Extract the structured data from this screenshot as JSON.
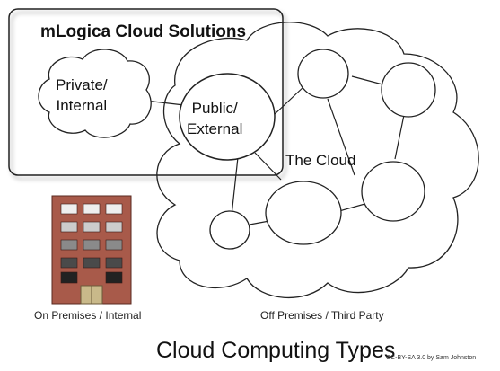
{
  "diagram": {
    "solutions_title": "mLogica Cloud Solutions",
    "private_label": "Private/\nInternal",
    "public_label": "Public/\nExternal",
    "cloud_label": "The Cloud",
    "on_premises_label": "On Premises / Internal",
    "off_premises_label": "Off Premises / Third Party",
    "page_title": "Cloud Computing Types",
    "license": "CC-BY-SA 3.0 by Sam Johnston"
  },
  "colors": {
    "stroke": "#222222",
    "building_brick": "#a85a4a",
    "window_light": "#e6e6e6",
    "window_dark": "#2a2a2a",
    "door": "#c9b98a"
  }
}
